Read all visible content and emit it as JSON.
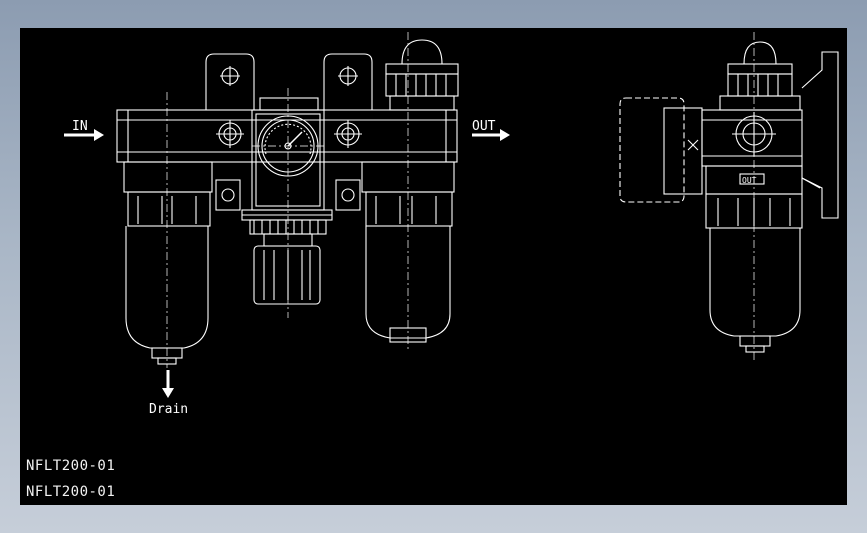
{
  "drawing": {
    "inlet_label": "IN",
    "outlet_label": "OUT",
    "drain_label": "Drain",
    "side_mark": "OUT",
    "part_numbers": [
      "NFLT200-01",
      "NFLT200-01"
    ],
    "line_color": "#ffffff",
    "background_color": "#000000"
  }
}
